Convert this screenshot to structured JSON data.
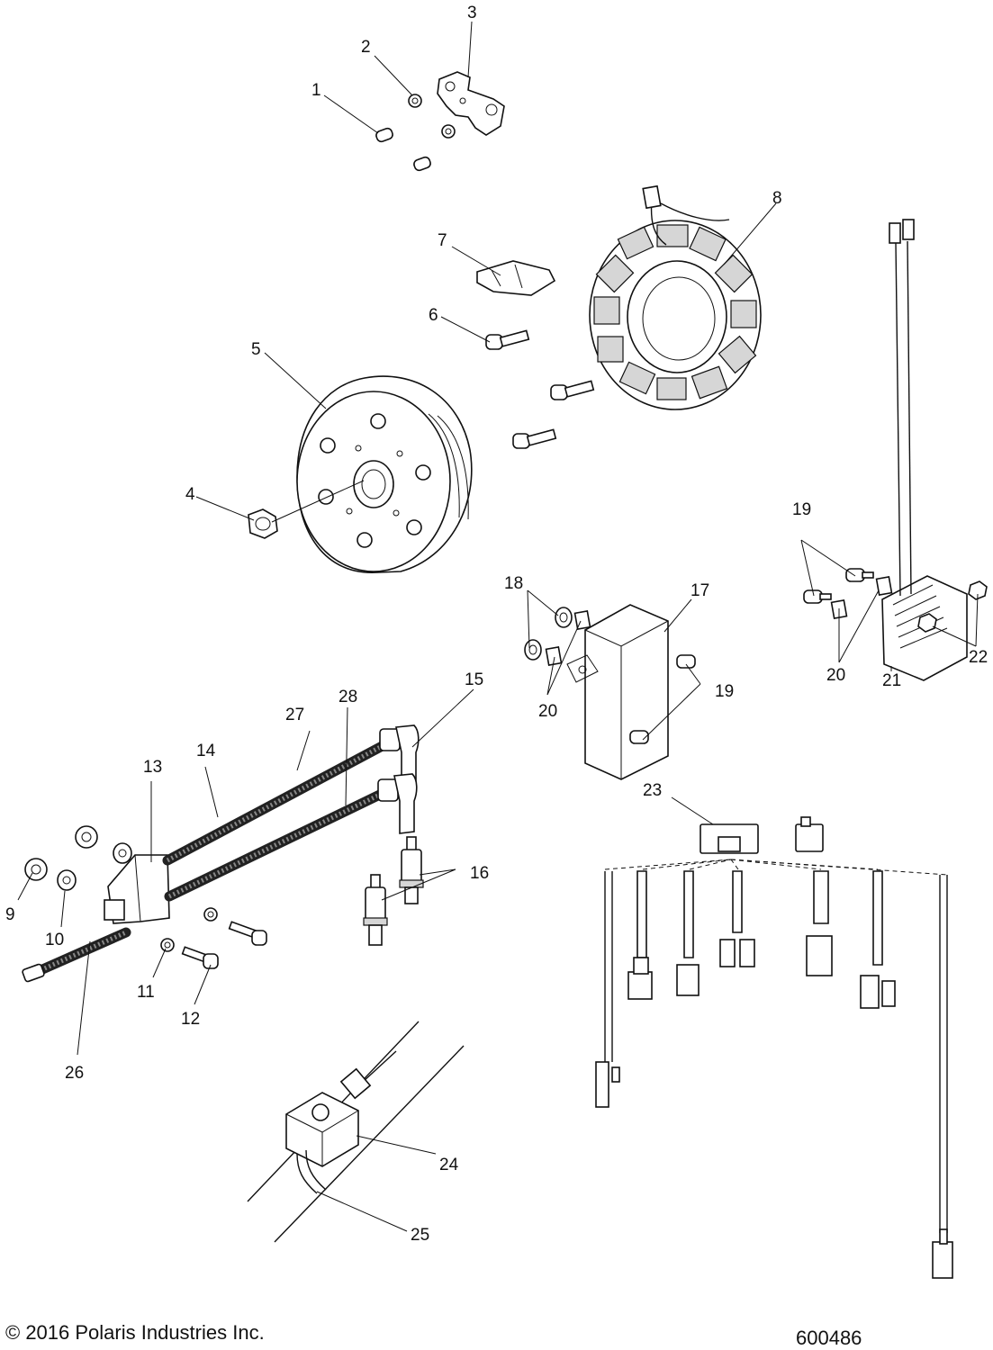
{
  "labels": {
    "l1": "1",
    "l2": "2",
    "l3": "3",
    "l4": "4",
    "l5": "5",
    "l6": "6",
    "l7": "7",
    "l8": "8",
    "l9": "9",
    "l10": "10",
    "l11": "11",
    "l12": "12",
    "l13": "13",
    "l14": "14",
    "l15": "15",
    "l16": "16",
    "l17": "17",
    "l18": "18",
    "l19a": "19",
    "l19b": "19",
    "l20a": "20",
    "l20b": "20",
    "l21": "21",
    "l22": "22",
    "l23": "23",
    "l24": "24",
    "l25": "25",
    "l26": "26",
    "l27": "27",
    "l28": "28"
  },
  "footer": {
    "copyright": "© 2016 Polaris Industries Inc.",
    "diagram_id": "600486"
  }
}
